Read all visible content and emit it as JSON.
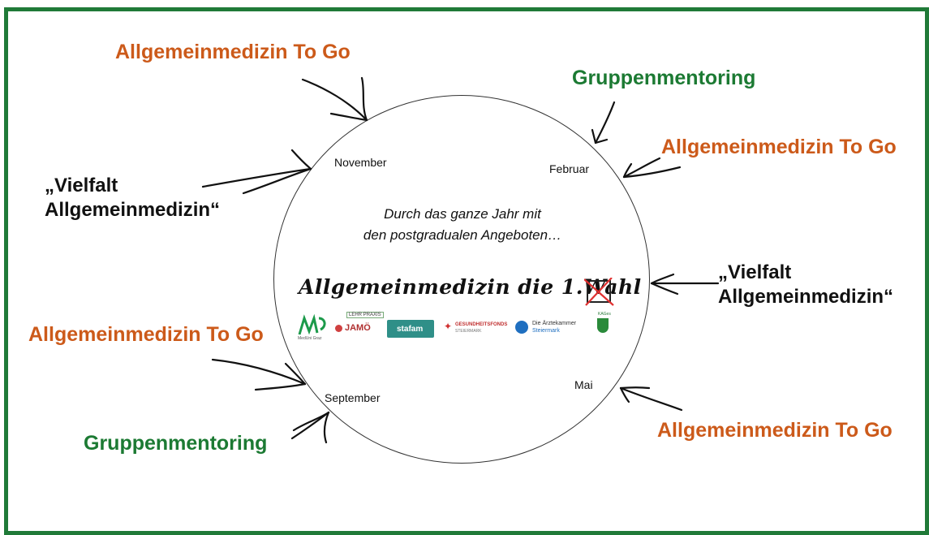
{
  "colors": {
    "frame": "#207a38",
    "orange_label": "#cc5a1a",
    "green_label": "#1c7a33",
    "black_label": "#111111"
  },
  "outer_labels": {
    "top_left": "Allgemeinmedizin To Go",
    "top_right_green": "Gruppenmentoring",
    "right_upper": "Allgemeinmedizin To Go",
    "left_upper_line1": "„Vielfalt",
    "left_upper_line2": "Allgemeinmedizin“",
    "right_middle_line1": "„Vielfalt",
    "right_middle_line2": "Allgemeinmedizin“",
    "left_lower": "Allgemeinmedizin To Go",
    "bottom_left_green": "Gruppenmentoring",
    "bottom_right": "Allgemeinmedizin To Go"
  },
  "months": {
    "november": "November",
    "februar": "Februar",
    "september": "September",
    "mai": "Mai"
  },
  "center": {
    "tagline_line1": "Durch das ganze Jahr mit",
    "tagline_line2": "den postgradualen Angeboten…",
    "slogan": "Allgemeinmedizin die 1.Wahl"
  },
  "logos": {
    "mu_sub": "MedUni Graz",
    "lehr_top": "LEHR PRAXIS",
    "jamo": "JAMÖ",
    "stafam": "stafam",
    "gesundheitsfonds": "GESUNDHEITSFONDS",
    "gesundheitsfonds_sub": "STEIERMARK",
    "aek_line1": "Die Ärztekammer",
    "aek_line2": "Steiermark",
    "kag": "KAGes"
  }
}
